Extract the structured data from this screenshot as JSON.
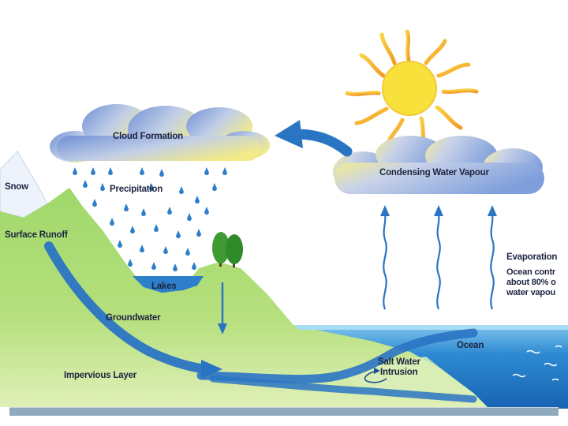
{
  "labels": {
    "cloud_formation": "Cloud Formation",
    "condensing": "Condensing Water Vapour",
    "snow": "Snow",
    "precipitation": "Precipitation",
    "surface_runoff": "Surface Runoff",
    "lakes": "Lakes",
    "groundwater": "Groundwater",
    "ocean": "Ocean",
    "salt_water_line1": "Salt Water",
    "salt_water_line2": "Intrusion",
    "impervious": "Impervious Layer",
    "evaporation": "Evaporation",
    "ocean_note_line1": "Ocean contr",
    "ocean_note_line2": "about 80% o",
    "ocean_note_line3": "water vapou"
  },
  "colors": {
    "sun": "#f7e13a",
    "sun_rays": "#f5a623",
    "land": "#8ccf5e",
    "water": "#1d6fc0",
    "arrow": "#2a74c4",
    "cloud": "#8fa8da"
  }
}
